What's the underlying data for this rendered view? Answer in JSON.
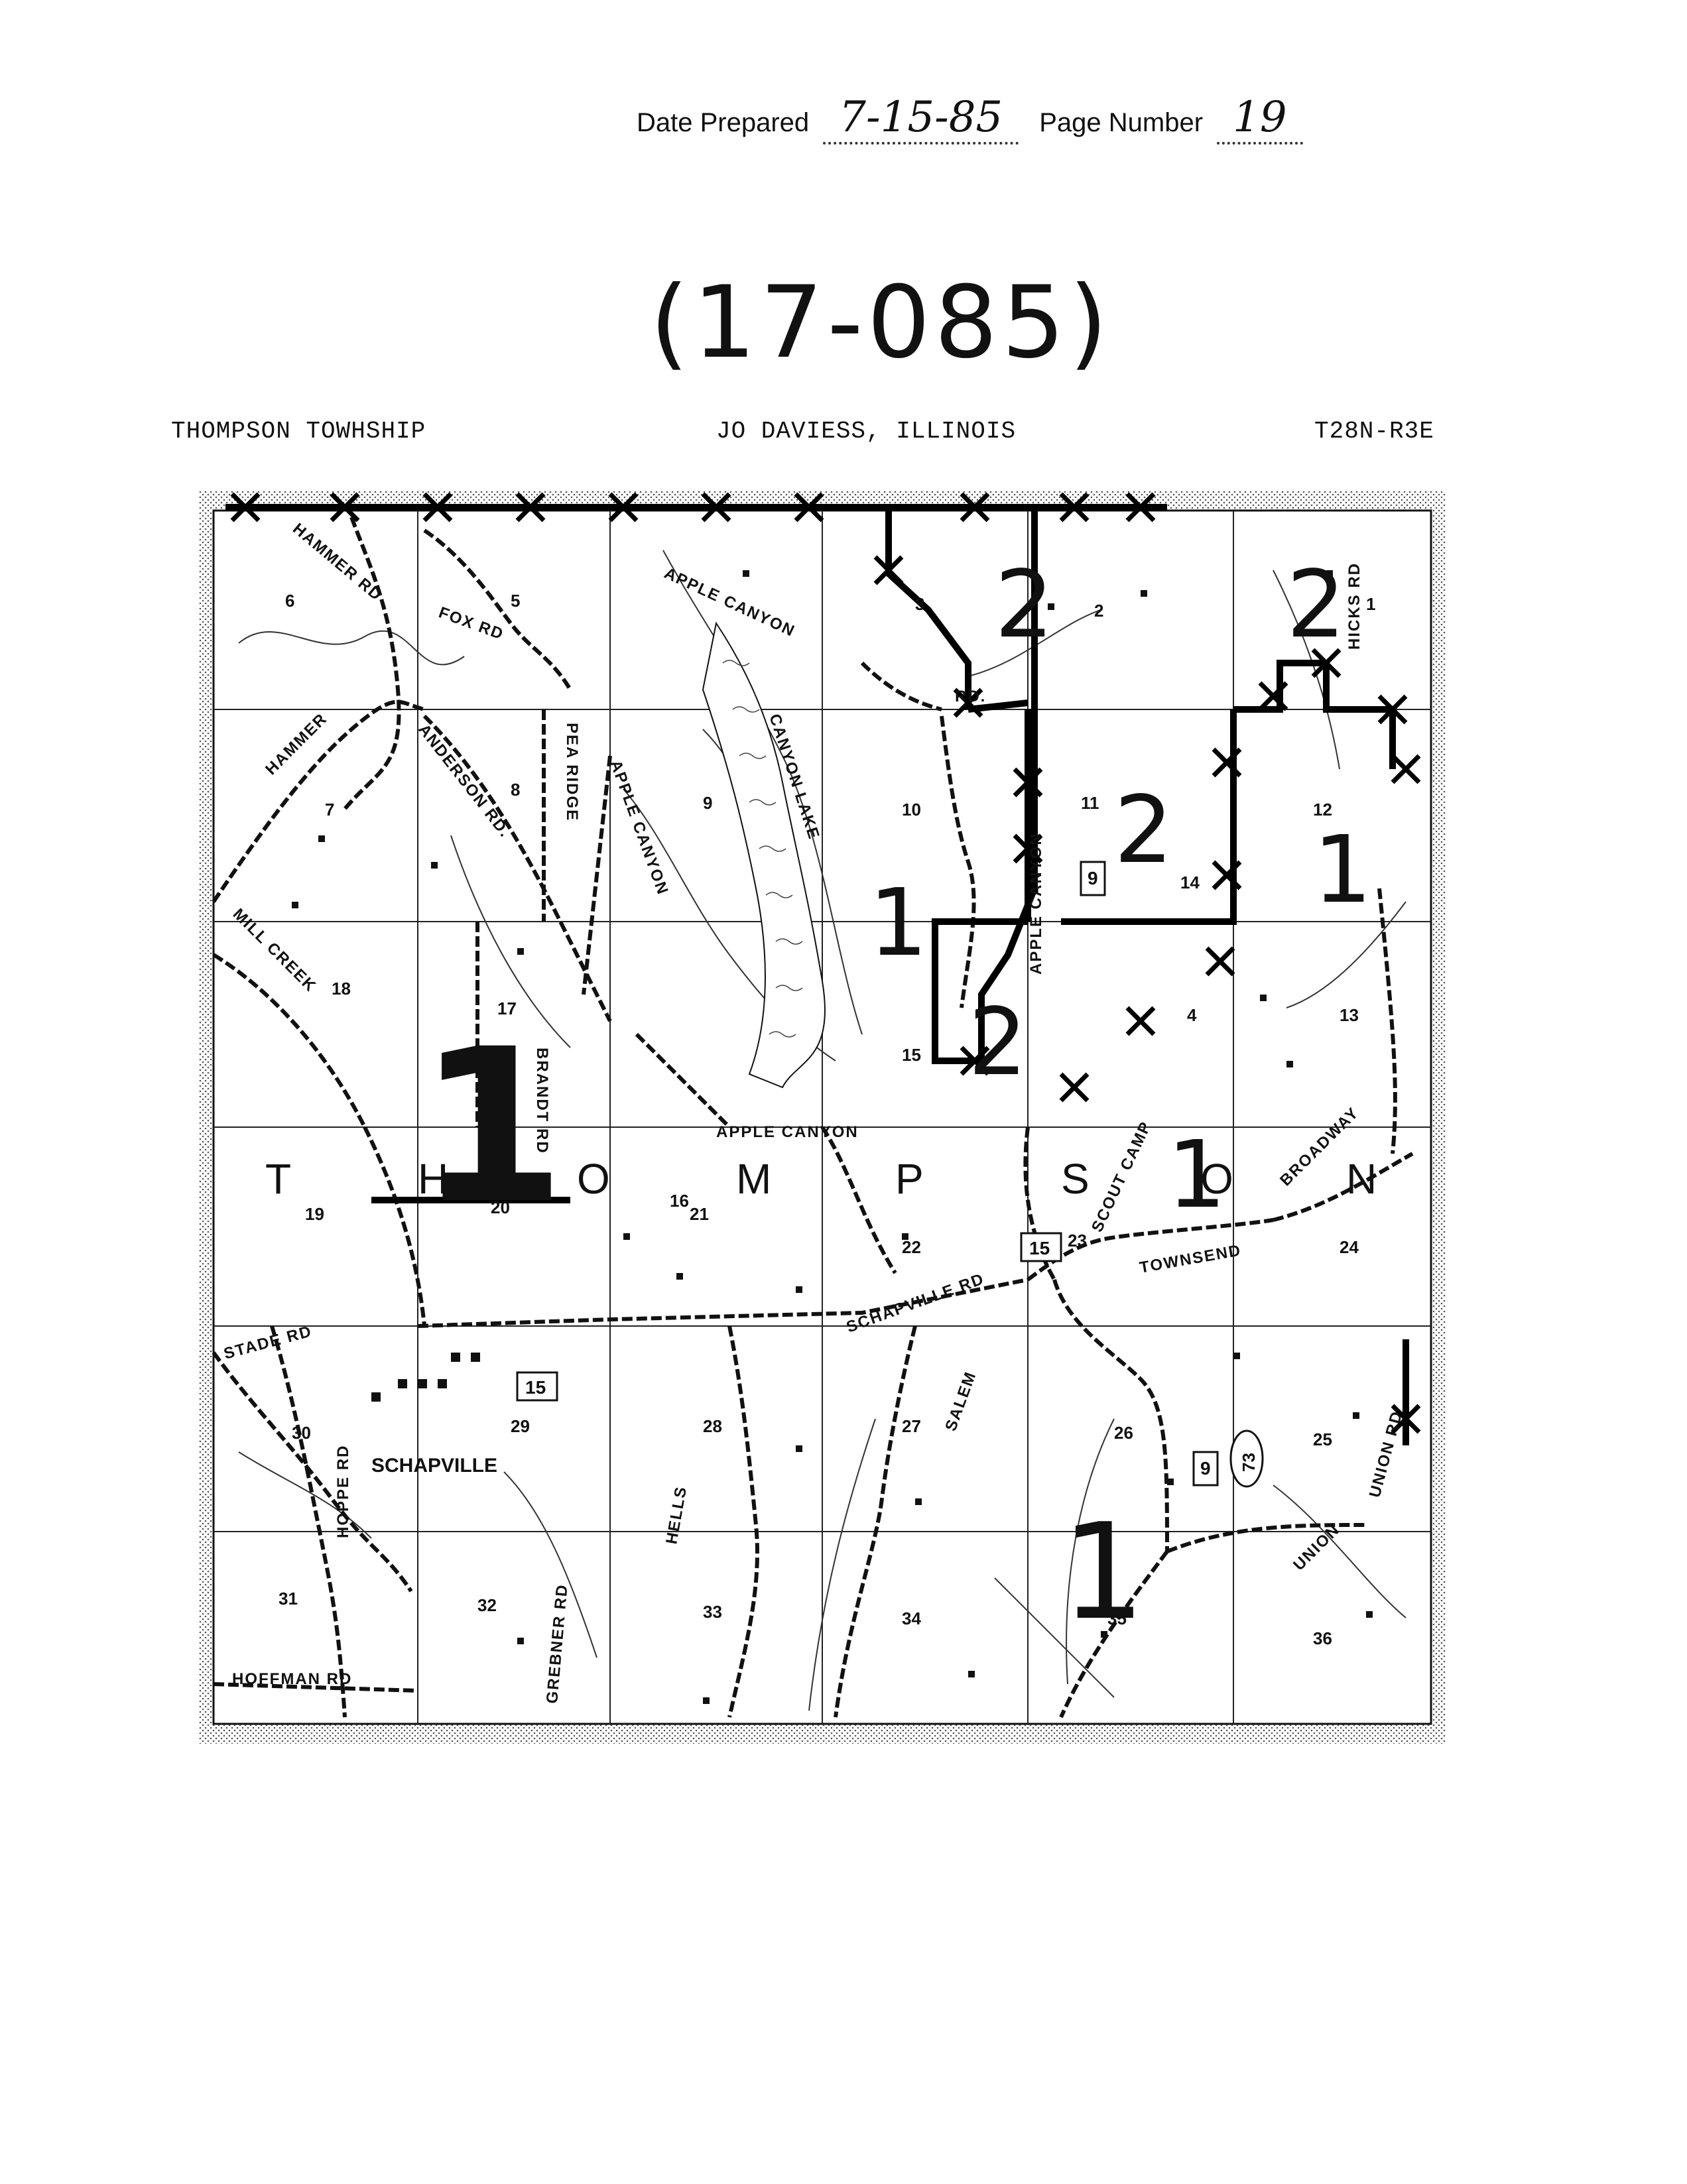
{
  "header": {
    "date_label": "Date Prepared",
    "date_value": "7-15-85",
    "page_label": "Page Number",
    "page_value": "19"
  },
  "document_id": "(17-085)",
  "meta": {
    "township": "THOMPSON TOWHSHIP",
    "county_state": "JO DAVIESS, ILLINOIS",
    "range": "T28N-R3E"
  },
  "map": {
    "township_letters": [
      "T",
      "H",
      "O",
      "M",
      "P",
      "S",
      "O",
      "N"
    ],
    "sections": [
      "1",
      "2",
      "3",
      "4",
      "5",
      "6",
      "7",
      "8",
      "9",
      "10",
      "11",
      "12",
      "13",
      "14",
      "15",
      "16",
      "17",
      "18",
      "19",
      "20",
      "21",
      "22",
      "23",
      "24",
      "25",
      "26",
      "27",
      "28",
      "29",
      "30",
      "31",
      "32",
      "33",
      "34",
      "35",
      "36"
    ],
    "roads": {
      "hammer_rd_n": "HAMMER RD",
      "hammer_rd_w": "HAMMER",
      "fox_rd": "FOX RD",
      "apple_canyon_n": "APPLE CANYON",
      "anderson_rd": "ANDERSON RD.",
      "pea_ridge": "PEA RIDGE",
      "apple_canyon_w": "APPLE CANYON",
      "canyon_lake": "CANYON LAKE",
      "mill_creek": "MILL CREEK",
      "brandt_rd": "BRANDT RD",
      "apple_canyon_s": "APPLE CANYON",
      "apple_canyon_e": "APPLE CANYON",
      "scout_camp": "SCOUT CAMP",
      "broadway": "BROADWAY",
      "townsend": "TOWNSEND",
      "schapville_rd": "SCHAPVILLE RD",
      "salem": "SALEM",
      "hells": "HELLS",
      "grebner_rd": "GREBNER RD",
      "stade_rd": "STADE RD",
      "hoppe_rd": "HOPPE RD",
      "hoffman_rd": "HOFFMAN RD",
      "union_rd": "UNION RD",
      "union": "UNION",
      "hicks_rd": "HICKS RD",
      "rd_generic": "RD."
    },
    "town": "SCHAPVILLE",
    "route_shields": [
      "15",
      "15",
      "9",
      "9",
      "73"
    ],
    "handwritten_zones": [
      "1",
      "1",
      "1",
      "1",
      "1",
      "2",
      "2",
      "2",
      "2"
    ]
  }
}
